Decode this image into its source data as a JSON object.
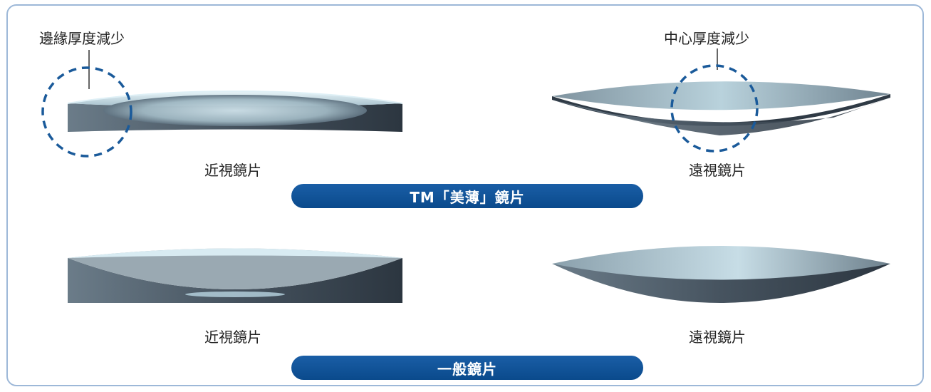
{
  "labels": {
    "edge_reduced": "邊緣厚度減少",
    "center_reduced": "中心厚度減少",
    "tm_myopia": "近視鏡片",
    "tm_hyperopia": "遠視鏡片",
    "std_myopia": "近視鏡片",
    "std_hyperopia": "遠視鏡片"
  },
  "banners": {
    "tm": "TM「美薄」鏡片",
    "standard": "一般鏡片"
  },
  "colors": {
    "banner_blue": "#0a4a8c",
    "frame_border": "#9db8d8",
    "dashed_circle": "#1a5a9a",
    "lens_dark": "#2f3a45",
    "lens_light": "#c9dfe8"
  }
}
